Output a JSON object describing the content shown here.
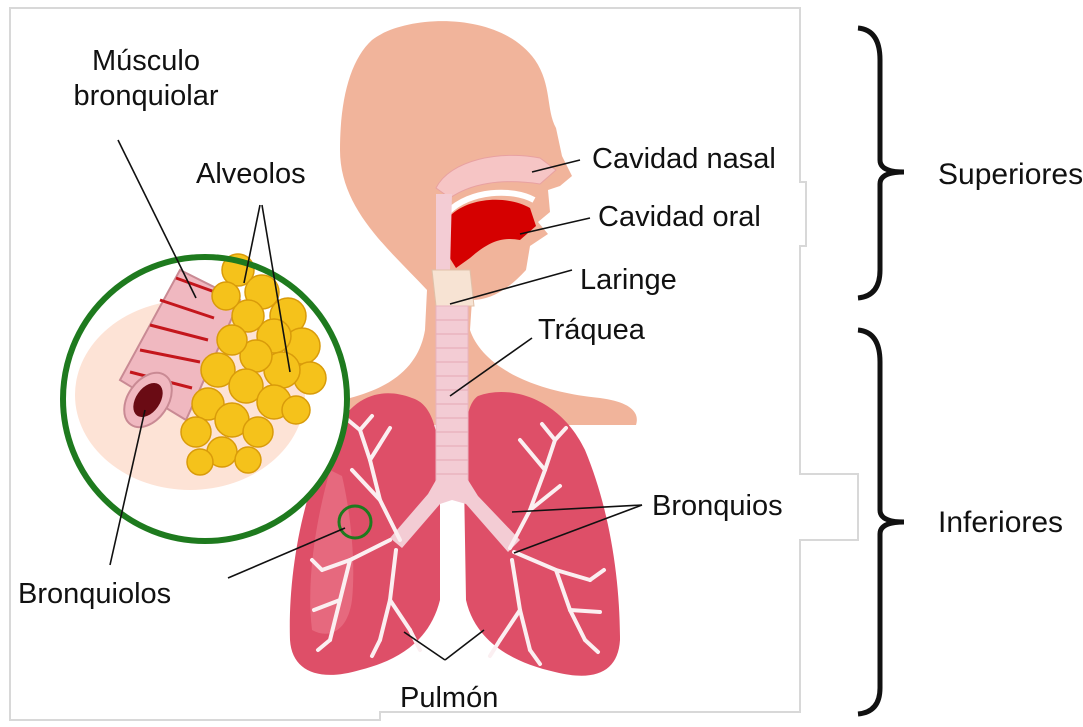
{
  "labels": {
    "musculo_line1": "Músculo",
    "musculo_line2": "bronquiolar",
    "alveolos": "Alveolos",
    "bronquiolos": "Bronquiolos",
    "cavidad_nasal": "Cavidad nasal",
    "cavidad_oral": "Cavidad oral",
    "laringe": "Laringe",
    "traquea": "Tráquea",
    "bronquios": "Bronquios",
    "pulmon": "Pulmón",
    "superiores": "Superiores",
    "inferiores": "Inferiores"
  },
  "colors": {
    "skin": "#f1b49b",
    "skin_dark": "#e8a189",
    "lung": "#de4f68",
    "lung_light": "#ec7f90",
    "trachea": "#f3ccd4",
    "oral_red": "#d50000",
    "nasal_pink": "#f6c5c5",
    "circle_ring": "#1e7a1e",
    "alveoli": "#f5c21b",
    "bronchiole_tube": "#f0b8c0",
    "muscle_red": "#c4161c",
    "bracket": "#111111"
  }
}
